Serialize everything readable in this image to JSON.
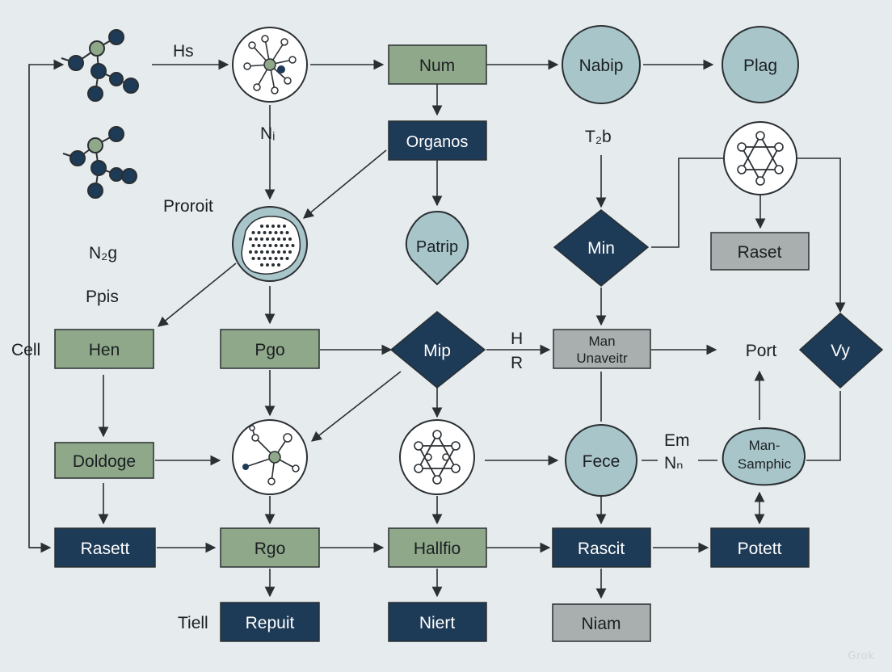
{
  "diagram": {
    "nodes": {
      "num": "Num",
      "nabip": "Nabip",
      "plag": "Plag",
      "organos": "Organos",
      "patrip": "Patrip",
      "min": "Min",
      "raset_top": "Raset",
      "hen": "Hen",
      "pgo": "Pgo",
      "mip": "Mip",
      "man_unaveitr_1": "Man",
      "man_unaveitr_2": "Unaveitr",
      "port": "Port",
      "vy": "Vy",
      "doldoge": "Doldoge",
      "fece": "Fece",
      "man_samphic_1": "Man-",
      "man_samphic_2": "Samphic",
      "rasett": "Rasett",
      "rgo": "Rgo",
      "hallfio": "Hallfio",
      "rascit": "Rascit",
      "potett": "Potett",
      "repuit": "Repuit",
      "niert": "Niert",
      "niam": "Niam"
    },
    "labels": {
      "hs": "Hs",
      "n_sub": "Nᵢ",
      "t2b": "T₂b",
      "proroit": "Proroit",
      "n2g": "N₂g",
      "ppis": "Ppis",
      "cell": "Cell",
      "h": "H",
      "r": "R",
      "em": "Em",
      "nn": "Nₙ",
      "tiell": "Tiell"
    },
    "watermark": "Grok"
  },
  "colors": {
    "background": "#e6ebed",
    "green_box": "#8fa88a",
    "navy_box": "#1d3a57",
    "gray_box": "#a9afae",
    "light_teal": "#a8c6ca",
    "white_circle": "#ffffff",
    "line": "#2a2f33"
  }
}
